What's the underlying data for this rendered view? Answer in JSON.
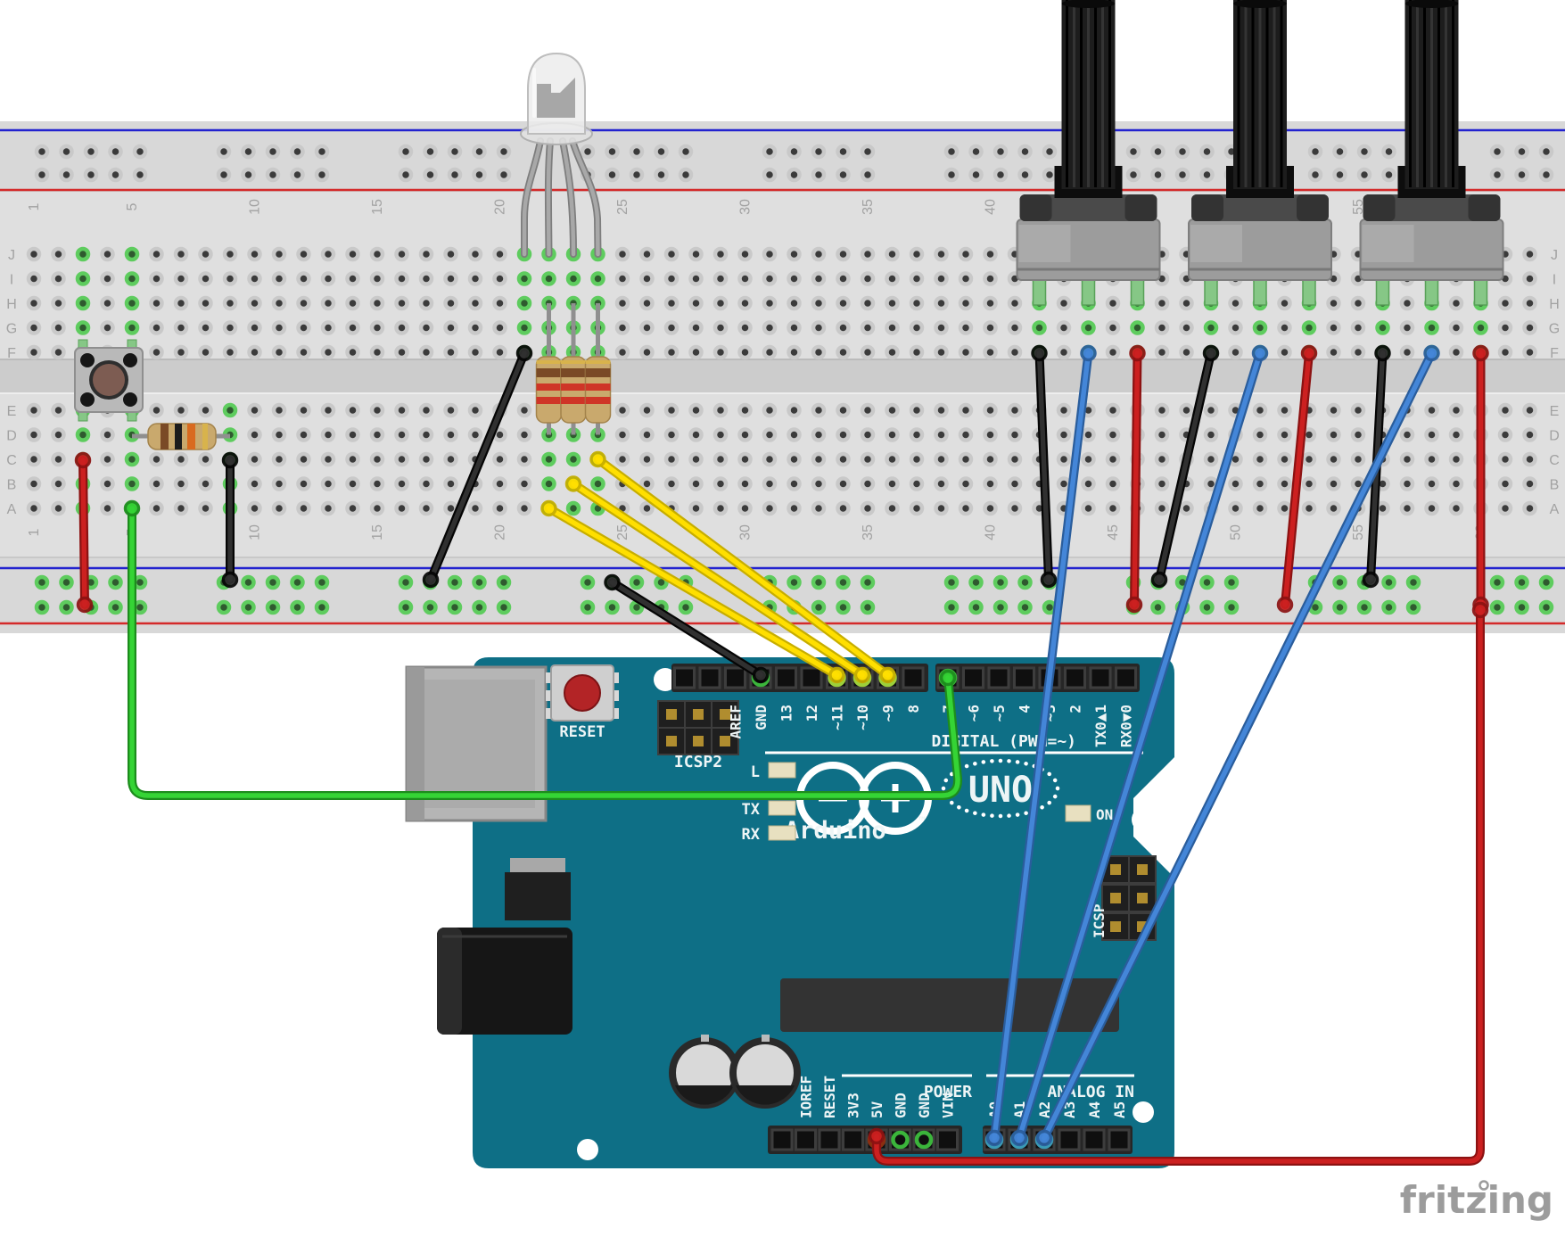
{
  "page": {
    "background": "#ffffff",
    "brand": "fritzing"
  },
  "breadboard": {
    "row_letters_top": [
      "J",
      "I",
      "H",
      "G",
      "F"
    ],
    "row_letters_bottom": [
      "E",
      "D",
      "C",
      "B",
      "A"
    ],
    "column_numbers": [
      "1",
      "5",
      "10",
      "15",
      "20",
      "25",
      "30",
      "35",
      "40",
      "45",
      "50",
      "55",
      "60"
    ],
    "colors": {
      "body": "#dfdfdf",
      "rail_zone": "#d6d6d6",
      "channel": "#cccccc",
      "rail_blue": "#2323cf",
      "rail_red": "#d42a2a",
      "hole": "#3b3b3b",
      "hole_ring": "#c9c9c9",
      "connected_hole": "#2f5a2f",
      "connected_ring": "#5ecc5e"
    }
  },
  "arduino": {
    "brand": "Arduino",
    "tm": "™",
    "model": "UNO",
    "board_color": "#0e6f86",
    "reset_label": "RESET",
    "icsp2_label": "ICSP2",
    "icsp_label": "ICSP",
    "led_l_label": "L",
    "tx_label": "TX",
    "rx_label": "RX",
    "on_label": "ON",
    "digital_caption": "DIGITAL (PWM=~)",
    "power_caption": "POWER",
    "analog_caption": "ANALOG IN",
    "digital_pins_left": [
      "AREF",
      "GND",
      "13",
      "12",
      "~11",
      "~10",
      "~9",
      "8"
    ],
    "digital_pins_right": [
      "7",
      "~6",
      "~5",
      "4",
      "~3",
      "2",
      "TX0▲1",
      "RX0▼0"
    ],
    "power_pins": [
      "IOREF",
      "RESET",
      "3V3",
      "5V",
      "GND",
      "GND",
      "VIN"
    ],
    "analog_pins": [
      "A0",
      "A1",
      "A2",
      "A3",
      "A4",
      "A5"
    ]
  },
  "components": {
    "rgb_led": {
      "name": "RGB LED",
      "legs": 4
    },
    "led_resistors": {
      "name": "220 ohm resistor",
      "count": 3,
      "bands": [
        "gold",
        "brown",
        "red",
        "red"
      ]
    },
    "button_resistor": {
      "name": "10k ohm resistor",
      "bands": [
        "brown",
        "black",
        "orange",
        "gold"
      ]
    },
    "pushbutton": {
      "name": "momentary pushbutton"
    },
    "potentiometers": {
      "name": "rotary potentiometer",
      "count": 3
    },
    "board": {
      "name": "Arduino UNO"
    }
  },
  "wires": {
    "colors": {
      "green": {
        "core": "#35d435",
        "edge": "#1d8c1d"
      },
      "yellow": {
        "core": "#ffdf00",
        "edge": "#c7ae00"
      },
      "blue": {
        "core": "#4486d8",
        "edge": "#2a5d9c"
      },
      "red": {
        "core": "#cc2020",
        "edge": "#8c1212"
      },
      "black": {
        "core": "#303030",
        "edge": "#050505"
      }
    },
    "list": [
      {
        "color": "red",
        "from": "button column",
        "to": "bottom + rail"
      },
      {
        "color": "black",
        "from": "10k resistor column",
        "to": "bottom - rail"
      },
      {
        "color": "green",
        "from": "button/resistor node",
        "to": "digital pin 7"
      },
      {
        "color": "black",
        "from": "LED cathode column",
        "to": "bottom - rail"
      },
      {
        "color": "yellow",
        "from": "LED red column",
        "to": "digital pin ~11"
      },
      {
        "color": "yellow",
        "from": "LED green column",
        "to": "digital pin ~10"
      },
      {
        "color": "yellow",
        "from": "LED blue column",
        "to": "digital pin ~9"
      },
      {
        "color": "black",
        "from": "bottom - rail",
        "to": "GND pin"
      },
      {
        "color": "black",
        "from": "pot 1 left leg",
        "to": "bottom - rail"
      },
      {
        "color": "black",
        "from": "pot 2 left leg",
        "to": "bottom - rail"
      },
      {
        "color": "black",
        "from": "pot 3 left leg",
        "to": "bottom - rail"
      },
      {
        "color": "blue",
        "from": "pot 1 wiper",
        "to": "analog pin A0"
      },
      {
        "color": "blue",
        "from": "pot 2 wiper",
        "to": "analog pin A1"
      },
      {
        "color": "blue",
        "from": "pot 3 wiper",
        "to": "analog pin A2"
      },
      {
        "color": "red",
        "from": "pot 1 right leg",
        "to": "bottom + rail"
      },
      {
        "color": "red",
        "from": "pot 2 right leg",
        "to": "bottom + rail"
      },
      {
        "color": "red",
        "from": "pot 3 right leg",
        "to": "bottom + rail"
      },
      {
        "color": "red",
        "from": "5V pin",
        "to": "bottom + rail"
      }
    ]
  }
}
